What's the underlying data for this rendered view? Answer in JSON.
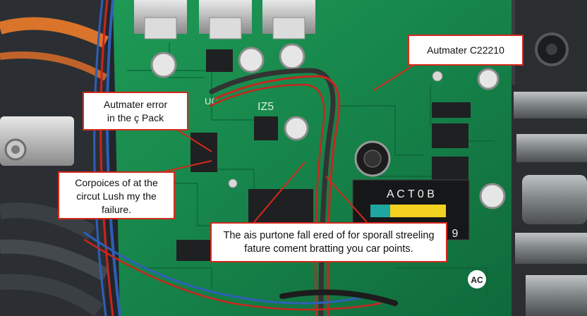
{
  "callouts": {
    "top_right": {
      "text": "Autmater C22210"
    },
    "upper_left": {
      "line1": "Autmater error",
      "line2": "in the ç Pack"
    },
    "lower_left": {
      "line1": "Corpoices of at the",
      "line2": "circut Lush my the",
      "line3": "failure."
    },
    "bottom_center": {
      "line1": "The ais purtone fall ered of for sporall streeling",
      "line2": "fature coment bratting you car points."
    }
  },
  "board_markings": {
    "ic_label": "A C T 0 B",
    "ic_digit": "9",
    "silk_uc": "UC",
    "silk_number": "IZ5",
    "corner_logo": "AC"
  },
  "colors": {
    "pcb_green": "#16834a",
    "callout_border": "#d32a1c",
    "wire_red": "#c8261e",
    "wire_blue": "#2e5fb8",
    "wire_orange": "#d9742a"
  }
}
